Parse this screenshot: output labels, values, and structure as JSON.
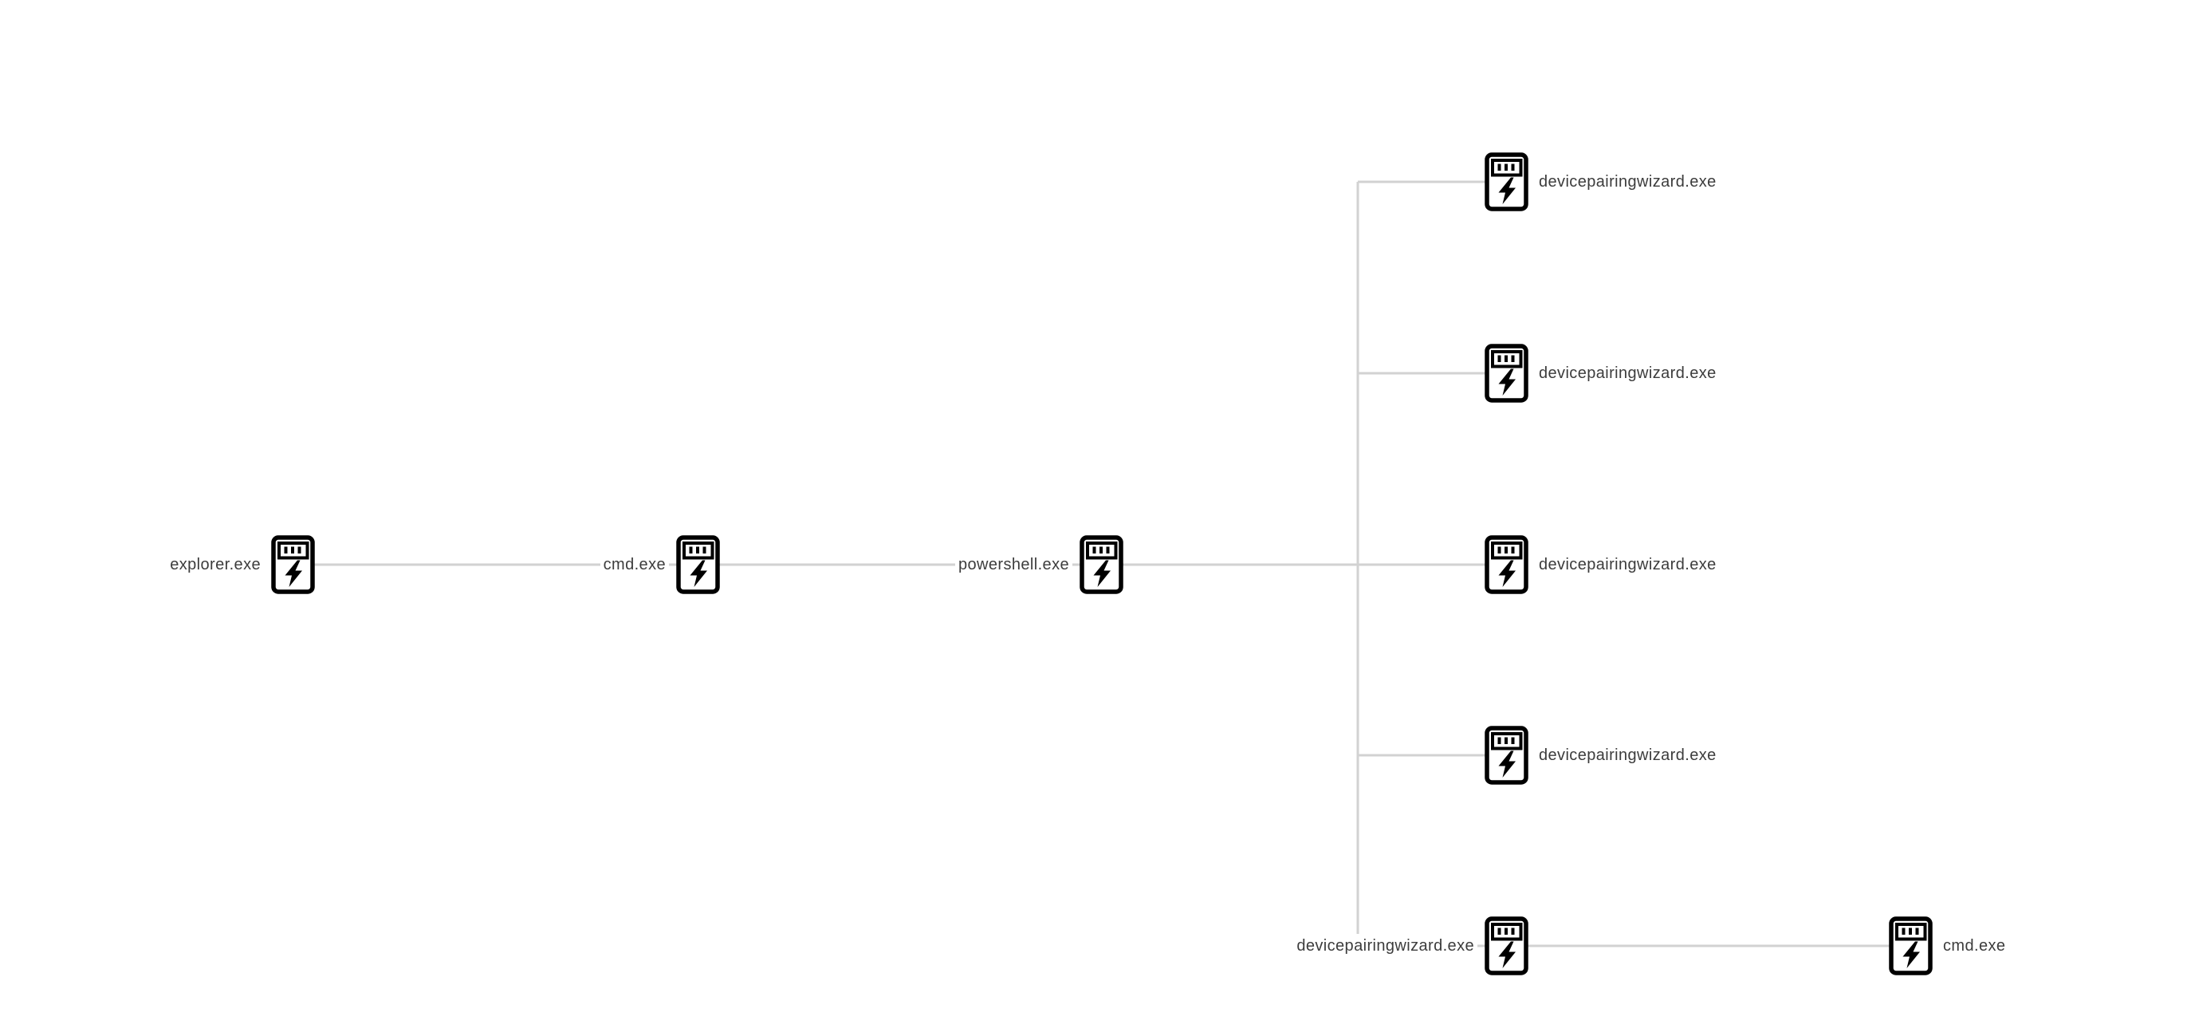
{
  "diagram": {
    "type": "process-tree",
    "background_color": "#ffffff",
    "edge_color": "#d2d2d2",
    "label_color": "#3c3c3c",
    "icon_color": "#000000",
    "icon_glyph": "executable-lightning-icon",
    "nodes": [
      {
        "id": "explorer",
        "label": "explorer.exe",
        "label_side": "left"
      },
      {
        "id": "cmd1",
        "label": "cmd.exe",
        "label_side": "left"
      },
      {
        "id": "powershell",
        "label": "powershell.exe",
        "label_side": "left"
      },
      {
        "id": "dpw1",
        "label": "devicepairingwizard.exe",
        "label_side": "right"
      },
      {
        "id": "dpw2",
        "label": "devicepairingwizard.exe",
        "label_side": "right"
      },
      {
        "id": "dpw3",
        "label": "devicepairingwizard.exe",
        "label_side": "right"
      },
      {
        "id": "dpw4",
        "label": "devicepairingwizard.exe",
        "label_side": "right"
      },
      {
        "id": "dpw5",
        "label": "devicepairingwizard.exe",
        "label_side": "left"
      },
      {
        "id": "cmd2",
        "label": "cmd.exe",
        "label_side": "right"
      }
    ],
    "edges": [
      {
        "from": "explorer",
        "to": "cmd1"
      },
      {
        "from": "cmd1",
        "to": "powershell"
      },
      {
        "from": "powershell",
        "to": "dpw1"
      },
      {
        "from": "powershell",
        "to": "dpw2"
      },
      {
        "from": "powershell",
        "to": "dpw3"
      },
      {
        "from": "powershell",
        "to": "dpw4"
      },
      {
        "from": "powershell",
        "to": "dpw5"
      },
      {
        "from": "dpw5",
        "to": "cmd2"
      }
    ]
  }
}
